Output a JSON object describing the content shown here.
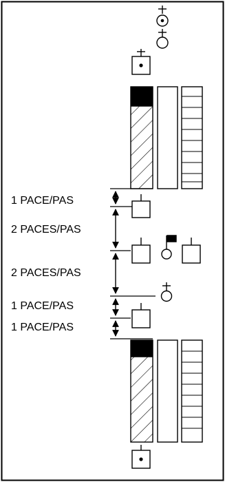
{
  "labels": {
    "pace1a": "1 PACE/PAS",
    "paces2a": "2 PACES/PAS",
    "paces2b": "2 PACES/PAS",
    "pace1b": "1 PACE/PAS",
    "pace1c": "1 PACE/PAS"
  },
  "colors": {
    "ink": "#000000",
    "background": "#ffffff"
  }
}
